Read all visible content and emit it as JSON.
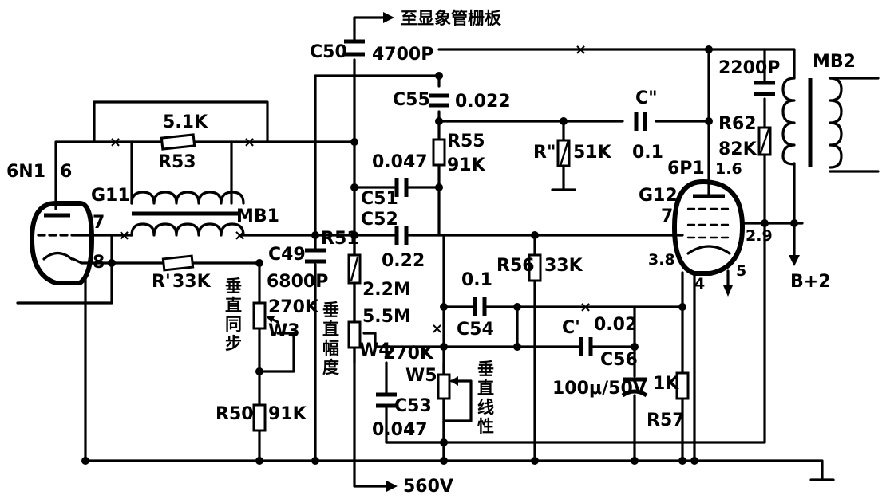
{
  "header": {
    "to_grid_label": "至显象管栅板"
  },
  "bottom": {
    "supply_label": "560V"
  },
  "tubes": {
    "t1_name": "6N1",
    "t1_pin_6": "6",
    "t1_pin_7": "7",
    "t1_pin_8": "8",
    "t1_grid": "G11",
    "t2_name": "6P1",
    "t2_pins_top": "1.6",
    "t2_pin_7": "7",
    "t2_pins_29": "2.9",
    "t2_pins_38": "3.8",
    "t2_pin_4": "4",
    "t2_pin_5": "5",
    "t2_grid": "G12"
  },
  "transformers": {
    "mb1": "MB1",
    "mb2": "MB2",
    "b_plus": "B+2"
  },
  "components": {
    "c50": "C50",
    "c50_value": "4700P",
    "c55": "C55",
    "c55_value": "0.022",
    "r55": "R55",
    "r55_value": "91K",
    "r_dd": "R\"",
    "r_dd_value": "51K",
    "c_dd": "C\"",
    "c_dd_value": "0.1",
    "c_top_value": "2200P",
    "r62": "R62",
    "r62_value": "82K",
    "r53_value": "5.1K",
    "r53": "R53",
    "c51_value": "0.047",
    "c51": "C51",
    "c52": "C52",
    "c52_value": "0.22",
    "c49": "C49",
    "c49_value": "6800P",
    "r51": "R51",
    "r51_value": "2.2M",
    "w4_value": "5.5M",
    "w4": "W4",
    "w4_r_value": "270K",
    "r_prime": "R'",
    "r_prime_value": "33K",
    "w3_value": "270K",
    "w3": "W3",
    "r50": "R50",
    "r50_value": "91K",
    "r56": "R56",
    "r56_value": "33K",
    "c54_value": "0.1",
    "c54": "C54",
    "c_prime": "C'",
    "c_prime_value": "0.02",
    "c56": "C56",
    "c56_value": "100μ/50V",
    "r57_value": "1K",
    "r57": "R57",
    "w5": "W5",
    "c53": "C53",
    "c53_value": "0.047"
  },
  "controls": {
    "vsync_1": "垂",
    "vsync_2": "直",
    "vsync_3": "同",
    "vsync_4": "步",
    "vamp_1": "垂",
    "vamp_2": "直",
    "vamp_3": "幅",
    "vamp_4": "度",
    "vlin_1": "垂",
    "vlin_2": "直",
    "vlin_3": "线",
    "vlin_4": "性"
  }
}
